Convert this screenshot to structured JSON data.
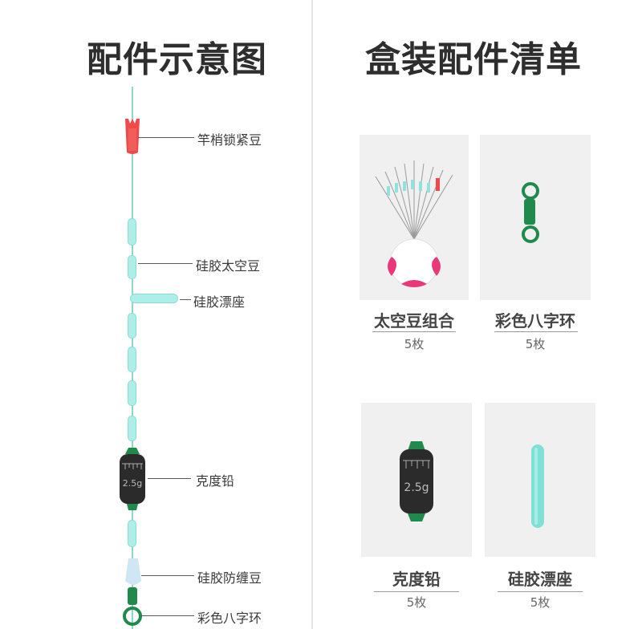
{
  "left": {
    "title": "配件示意图",
    "parts": [
      {
        "label": "竿梢锁紧豆"
      },
      {
        "label": "硅胶太空豆"
      },
      {
        "label": "硅胶漂座"
      },
      {
        "label": "克度铅"
      },
      {
        "label": "硅胶防缠豆"
      },
      {
        "label": "彩色八字环"
      }
    ],
    "sinker_mark": "2.5g"
  },
  "right": {
    "title": "盒装配件清单",
    "items": [
      {
        "name": "太空豆组合",
        "count": "5枚"
      },
      {
        "name": "彩色八字环",
        "count": "5枚"
      },
      {
        "name": "克度铅",
        "count": "5枚"
      },
      {
        "name": "硅胶漂座",
        "count": "5枚"
      }
    ]
  },
  "colors": {
    "teal": "#8fd6cf",
    "red": "#ef4a4a",
    "green": "#1f8a4c",
    "pink": "#e8387a"
  }
}
